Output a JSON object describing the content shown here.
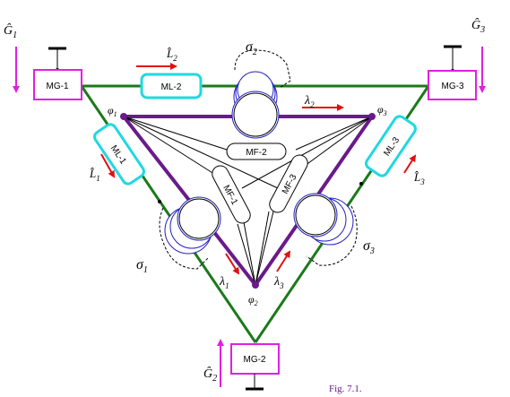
{
  "generators": {
    "mg1": {
      "label": "MG-1",
      "g": "Ĝ",
      "sub": "1"
    },
    "mg2": {
      "label": "MG-2",
      "g": "Ĝ",
      "sub": "2"
    },
    "mg3": {
      "label": "MG-3",
      "g": "Ĝ",
      "sub": "3"
    }
  },
  "motor_loads": {
    "ml1": {
      "label": "ML-1",
      "l": "L̂",
      "sub": "1"
    },
    "ml2": {
      "label": "ML-2",
      "l": "L̂",
      "sub": "2"
    },
    "ml3": {
      "label": "ML-3",
      "l": "L̂",
      "sub": "3"
    }
  },
  "flux_links": {
    "mf1": "MF-1",
    "mf2": "MF-2",
    "mf3": "MF-3"
  },
  "nodes": {
    "phi1": {
      "sym": "φ",
      "sub": "1"
    },
    "phi2": {
      "sym": "φ",
      "sub": "2"
    },
    "phi3": {
      "sym": "φ",
      "sub": "3"
    }
  },
  "transformers": {
    "sigma1": {
      "sym": "σ",
      "sub": "1"
    },
    "sigma2": {
      "sym": "σ",
      "sub": "2"
    },
    "sigma3": {
      "sym": "σ",
      "sub": "3"
    }
  },
  "flows": {
    "lambda1": {
      "sym": "λ",
      "sub": "1"
    },
    "lambda2": {
      "sym": "λ",
      "sub": "2"
    },
    "lambda3": {
      "sym": "λ",
      "sub": "3"
    }
  },
  "caption": "Fig. 7.1.",
  "colors": {
    "outer_triangle": "#1a7a1a",
    "inner_triangle": "#6a1a8a",
    "generator": "#e020e0",
    "motor_load": "#20d8e0",
    "arrow": "#e01010",
    "input_arrow": "#e020e0",
    "coil": "#2020c0",
    "caption": "#6a1a8a"
  }
}
